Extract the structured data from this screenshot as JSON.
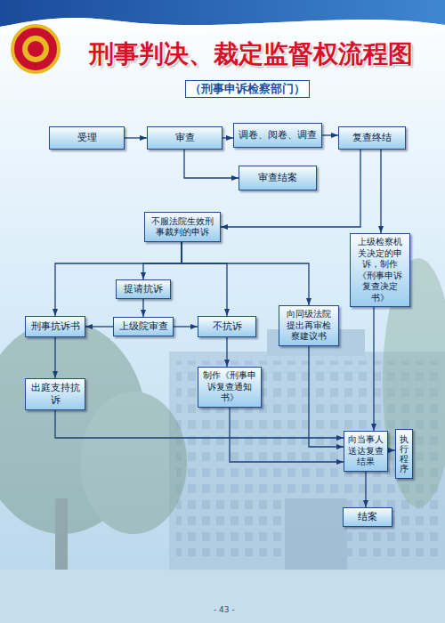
{
  "diagram": {
    "title": "刑事判决、裁定监督权流程图",
    "nodes": [
      {
        "text": [
          "受理"
        ]
      },
      {
        "text": [
          "审查"
        ]
      },
      {
        "text": [
          "调卷、阅卷、调查"
        ]
      },
      {
        "text": [
          "复查终结"
        ]
      },
      {
        "text": [
          "审查结案"
        ]
      },
      {
        "text": [
          "不服法院生效刑事裁判的申诉"
        ]
      },
      {
        "text": [
          "上级检察机关决定的申诉，制作《刑事申诉复查决定书》"
        ]
      },
      {
        "text": [
          "提请抗诉"
        ]
      },
      {
        "text": [
          "刑事抗诉书"
        ]
      },
      {
        "text": [
          "上级院审查"
        ]
      },
      {
        "text": [
          "不抗诉"
        ]
      },
      {
        "text": [
          "向同级法院提出再审检察建议书"
        ]
      },
      {
        "text": [
          "出庭支持抗诉"
        ]
      },
      {
        "text": [
          "制作《刑事申诉复查通知书》"
        ]
      },
      {
        "text": [
          "向当事人送达复查结果"
        ]
      },
      {
        "text": [
          "执行程序"
        ]
      },
      {
        "text": [
          "结案"
        ]
      }
    ],
    "edges": [
      {
        "from": 0,
        "to": 1,
        "arrow": "to"
      },
      {
        "from": 1,
        "to": 2,
        "arrow": "to"
      },
      {
        "from": 2,
        "to": 3,
        "arrow": "to"
      },
      {
        "from": 1,
        "to": 4,
        "arrow": "to"
      },
      {
        "from": 3,
        "to": 5,
        "arrow": "to"
      },
      {
        "from": 3,
        "to": 6,
        "arrow": "to"
      },
      {
        "from": 5,
        "to": 8,
        "arrow": "to"
      },
      {
        "from": 5,
        "to": 7,
        "arrow": "to"
      },
      {
        "from": 5,
        "to": 10,
        "arrow": "to"
      },
      {
        "from": 5,
        "to": 11,
        "arrow": "to"
      },
      {
        "from": 7,
        "to": 9,
        "arrow": "to"
      },
      {
        "from": 9,
        "to": 8,
        "arrow": "to"
      },
      {
        "from": 9,
        "to": 10,
        "arrow": "to"
      },
      {
        "from": 8,
        "to": 12,
        "arrow": "to"
      },
      {
        "from": 10,
        "to": 13,
        "arrow": "to"
      },
      {
        "from": 11,
        "to": 14,
        "arrow": "to"
      },
      {
        "from": 13,
        "to": 14,
        "arrow": "to"
      },
      {
        "from": 6,
        "to": 14,
        "arrow": "to"
      },
      {
        "from": 12,
        "to": 14,
        "arrow": "to"
      },
      {
        "from": 14,
        "to": 15,
        "arrow": "to"
      },
      {
        "from": 14,
        "to": 16,
        "arrow": "to"
      }
    ],
    "labels": [
      "（刑事申诉检察部门）",
      "- 43 -"
    ]
  }
}
